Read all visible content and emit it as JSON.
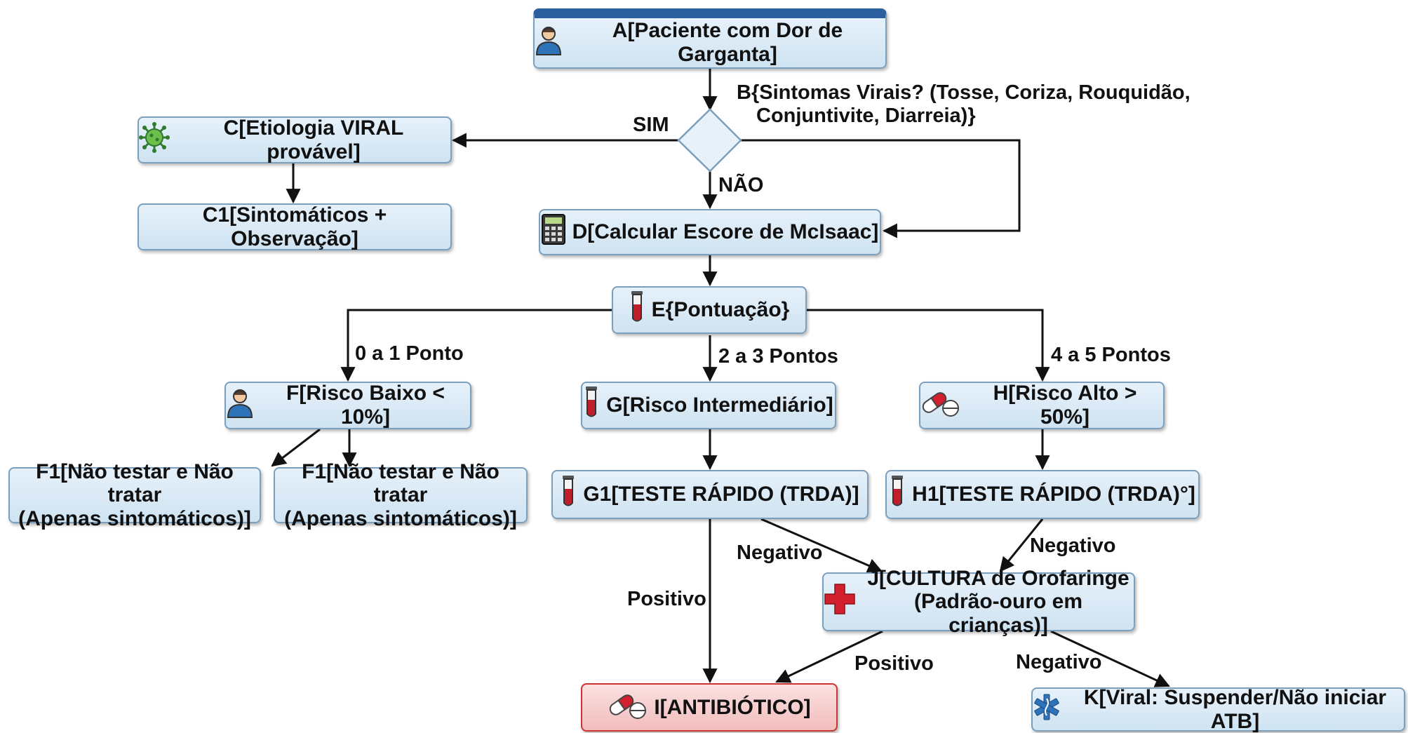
{
  "nodes": {
    "A": "A[Paciente com Dor de Garganta]",
    "B_line1": "B{Sintomas Virais? (Tosse, Coriza, Rouquidão,",
    "B_line2": "Conjuntivite, Diarreia)}",
    "C": "C[Etiologia VIRAL provável]",
    "C1": "C1[Sintomáticos + Observação]",
    "D": "D[Calcular Escore de McIsaac]",
    "E": "E{Pontuação}",
    "F": "F[Risco Baixo < 10%]",
    "G": "G[Risco Intermediário]",
    "H": "H[Risco Alto > 50%]",
    "F1a_line1": "F1[Não testar e Não tratar",
    "F1a_line2": "(Apenas sintomáticos)]",
    "F1b_line1": "F1[Não testar e Não tratar",
    "F1b_line2": "(Apenas sintomáticos)]",
    "G1": "G1[TESTE RÁPIDO (TRDA)]",
    "H1": "H1[TESTE RÁPIDO (TRDA)°]",
    "J_line1": "J[CULTURA de Orofaringe",
    "J_line2": "(Padrão-ouro em crianças)]",
    "I": "I[ANTIBIÓTICO]",
    "K": "K[Viral: Suspender/Não iniciar ATB]"
  },
  "edge_labels": {
    "sim": "SIM",
    "nao": "NÃO",
    "e_f": "0 a 1 Ponto",
    "e_g": "2 a 3 Pontos",
    "e_h": "4 a 5 Pontos",
    "g1_j": "Negativo",
    "h1_j": "Negativo",
    "g1_i": "Positivo",
    "j_i": "Positivo",
    "j_k": "Negativo"
  },
  "icons": {
    "A": "patient-icon",
    "C": "virus-icon",
    "D": "calculator-icon",
    "E": "test-tube-icon",
    "F": "patient-icon",
    "G": "test-tube-icon",
    "H": "pill-capsule-icon",
    "G1": "test-tube-icon",
    "H1": "test-tube-icon",
    "J": "red-cross-icon",
    "I": "pill-capsule-icon",
    "K": "star-of-life-icon"
  },
  "colors": {
    "node_fill": "#d8e8f5",
    "node_border": "#7c9fbd",
    "antibiotic_fill": "#f6cccc",
    "antibiotic_border": "#cc3333",
    "header_band": "#2c5f9e"
  }
}
